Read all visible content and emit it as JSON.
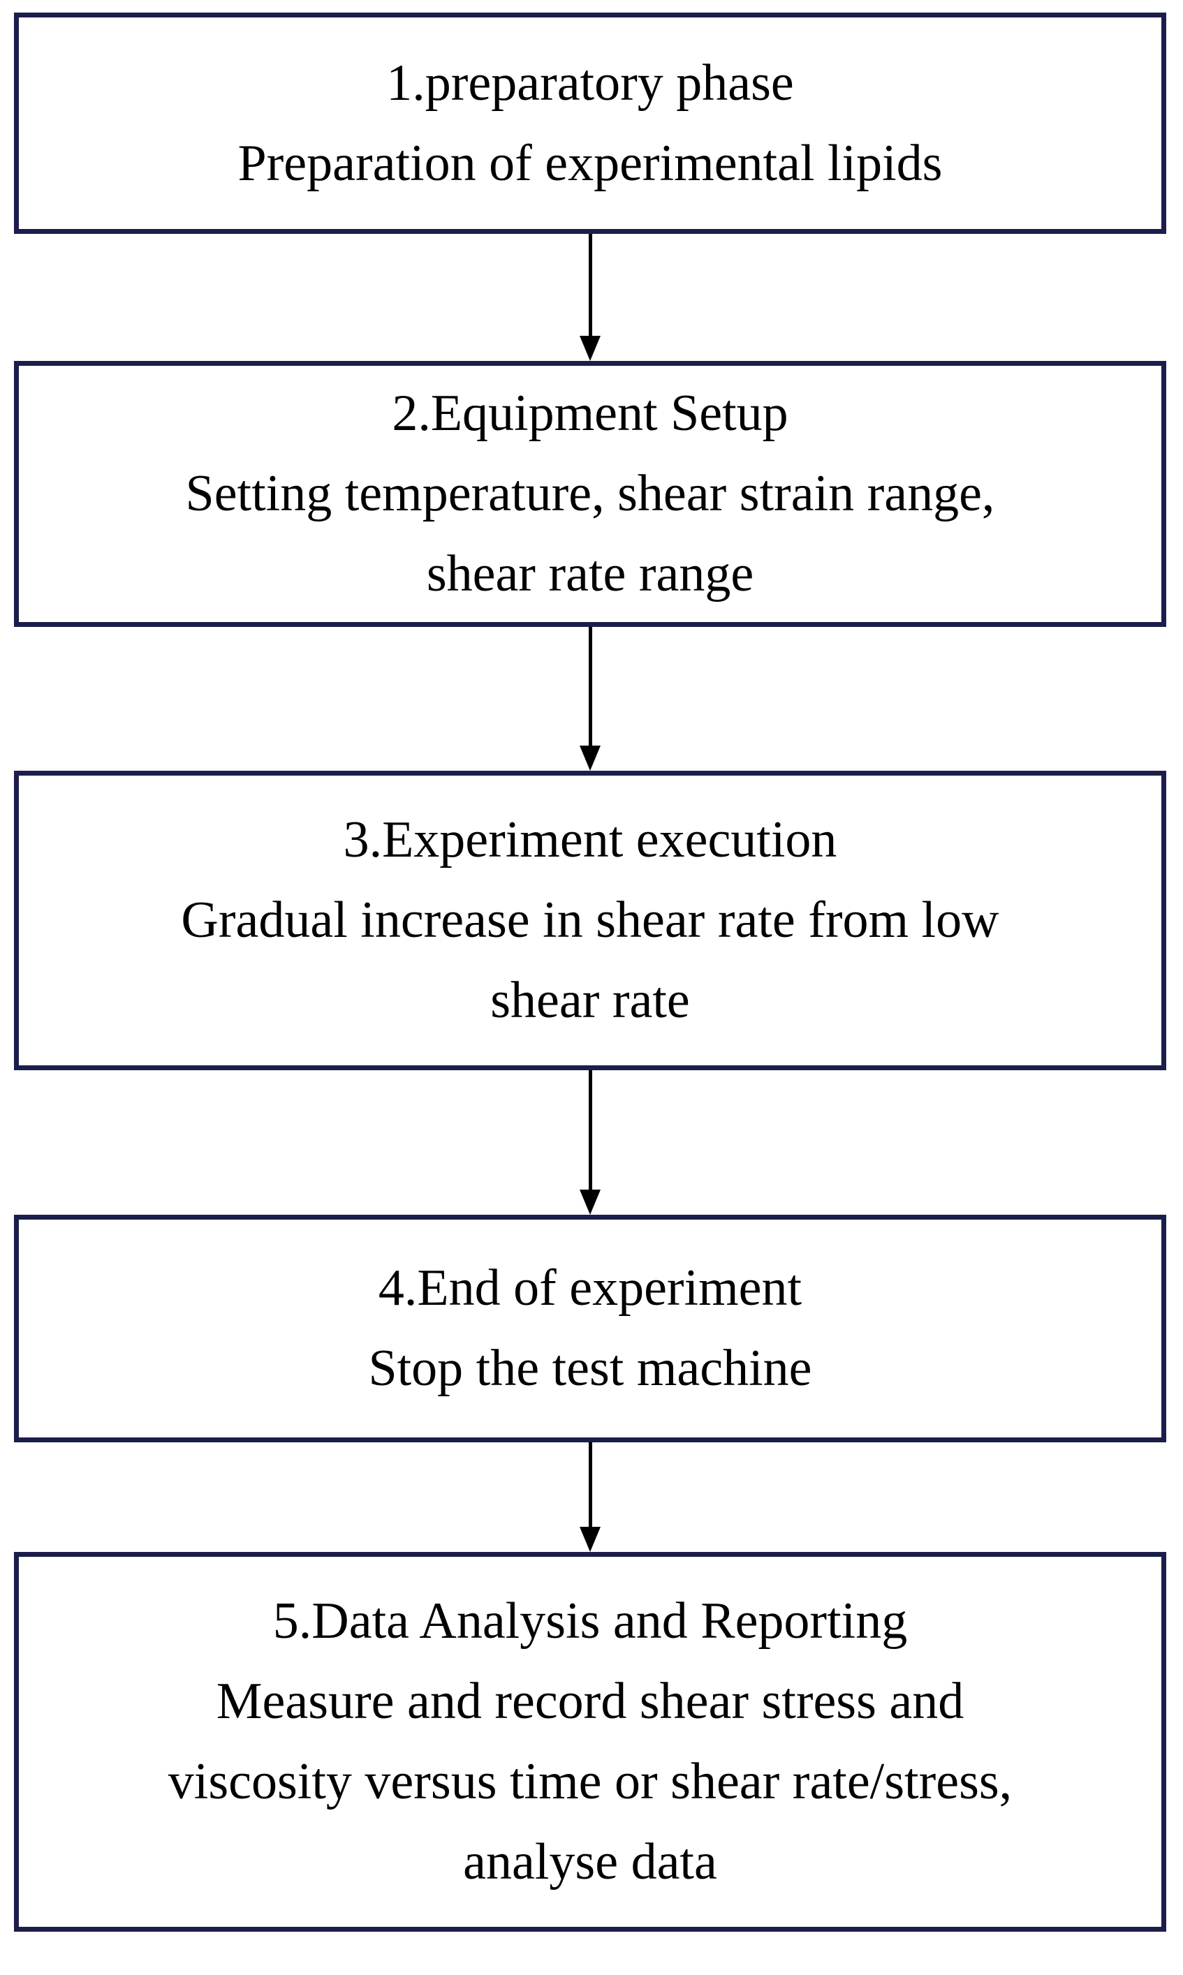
{
  "figure": {
    "background": "#ffffff",
    "border_color": "#1b1e4a",
    "arrow_color": "#000000",
    "text_color": "#000000"
  },
  "flowchart": {
    "steps": [
      {
        "lines": [
          "1.preparatory phase",
          "Preparation of experimental lipids"
        ]
      },
      {
        "lines": [
          "2.Equipment Setup",
          "Setting temperature, shear strain range,",
          "shear rate range"
        ]
      },
      {
        "lines": [
          "3.Experiment execution",
          "Gradual increase in shear rate from low",
          "shear rate"
        ]
      },
      {
        "lines": [
          "4.End of experiment",
          "Stop the test machine"
        ]
      },
      {
        "lines": [
          "5.Data Analysis and Reporting",
          "Measure and record shear stress and",
          "viscosity versus time or shear rate/stress,",
          "analyse data"
        ]
      }
    ]
  }
}
